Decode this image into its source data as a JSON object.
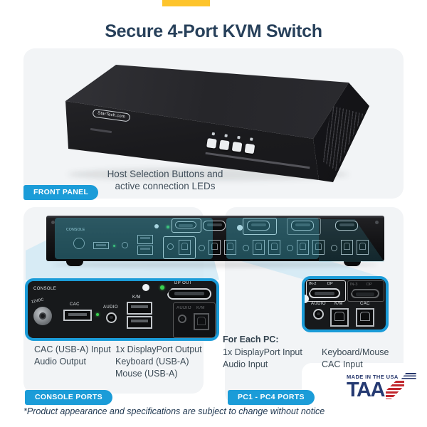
{
  "title": "Secure 4-Port KVM Switch",
  "device": {
    "brand": "StarTech.com"
  },
  "front": {
    "caption1": "Host Selection Buttons and",
    "caption2": "active connection LEDs",
    "badge": "FRONT PANEL"
  },
  "rear": {
    "console": "CONSOLE"
  },
  "callout_console": {
    "console": "CONSOLE",
    "power": "12VDC",
    "cac": "CAC",
    "audio": "AUDIO",
    "km": "K/M",
    "dpout": "DP OUT"
  },
  "callout_pc": {
    "in2": "IN-2",
    "in3": "IN-3",
    "dp": "DP",
    "audio": "AUDIO",
    "km": "K/M",
    "cac": "CAC"
  },
  "console_desc": {
    "col1_line1": "CAC (USB-A) Input",
    "col1_line2": "Audio Output",
    "col2_line1": "1x DisplayPort Output",
    "col2_line2": "Keyboard (USB-A)",
    "col2_line3": "Mouse (USB-A)",
    "badge": "CONSOLE PORTS"
  },
  "pc_desc": {
    "heading": "For Each PC:",
    "col1_line1": "1x DisplayPort Input",
    "col1_line2": "Audio Input",
    "col2_line1": "Keyboard/Mouse",
    "col2_line2": "CAC Input",
    "badge": "PC1 - PC4 PORTS"
  },
  "taa": {
    "made": "MADE IN THE USA",
    "name": "TAA"
  },
  "footnote": "*Product appearance and specifications are subject to change without notice",
  "colors": {
    "accent_blue": "#1b9cd8",
    "navy_title": "#27405a",
    "yellow_bar": "#fdc42c",
    "card_gray": "#f2f4f6",
    "teal_highlight": "#3eacc4",
    "taa_navy": "#24356b",
    "taa_red": "#c1272d"
  }
}
